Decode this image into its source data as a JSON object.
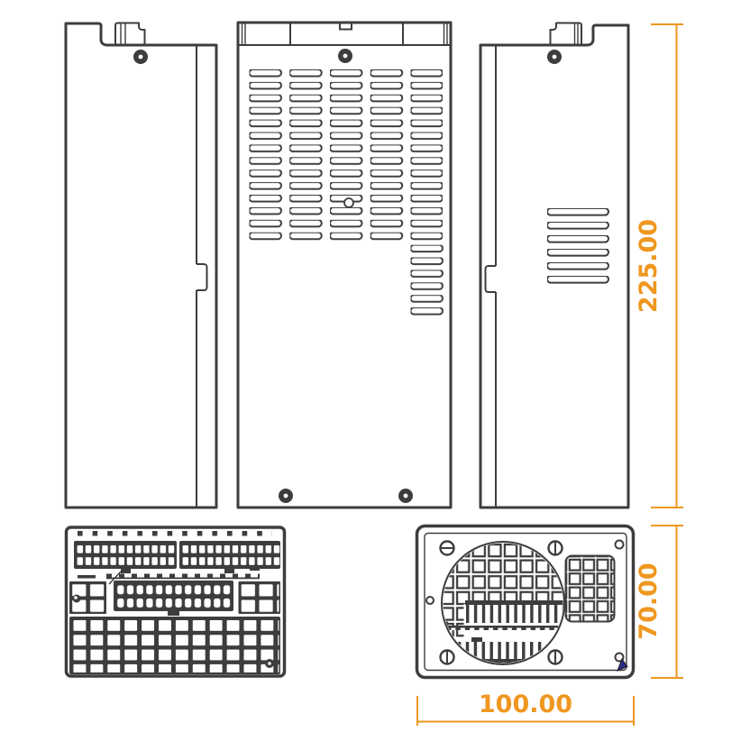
{
  "drawing_type": "orthographic_engineering_views",
  "colors": {
    "line": "#3d3d3d",
    "dimension_accent": "#ef9720",
    "cursor_arrow": "#2b2b8a",
    "background": "#ffffff"
  },
  "dimensions": {
    "height": {
      "label": "225.00",
      "value": 225.0,
      "orientation": "vertical"
    },
    "depth": {
      "label": "70.00",
      "value": 70.0,
      "orientation": "vertical"
    },
    "width": {
      "label": "100.00",
      "value": 100.0,
      "orientation": "horizontal"
    }
  },
  "views": {
    "side_left": {
      "screw_holes": 1,
      "clip_tab": true,
      "side_bump": true
    },
    "top_vented": {
      "vent_columns": 5,
      "rows_columns_1_to_4": 14,
      "rows_column_5": 20,
      "screw_holes_top": 1,
      "screw_holes_bottom": 2,
      "tooling_hole": 1
    },
    "side_right": {
      "screw_holes": 1,
      "vent_slots": 6,
      "clip_tab": true,
      "side_bump": true
    },
    "connector_panel": {
      "top_connectors": [
        {
          "rows": 2,
          "cols": 12
        },
        {
          "rows": 2,
          "cols": 12
        }
      ],
      "main_connector": {
        "rows": 2,
        "cols": 12
      },
      "vent_hole_grid_rows": 4,
      "vent_hole_grid_cols": 12,
      "screw_holes": 2
    },
    "fan_panel": {
      "fan_opening": "circular_grid",
      "heatsink_fin_bands": 2,
      "mini_vent_grid": true,
      "corner_screws": 4,
      "edge_holes": 3
    }
  },
  "icons": {
    "cursor": "cursor-arrow"
  }
}
